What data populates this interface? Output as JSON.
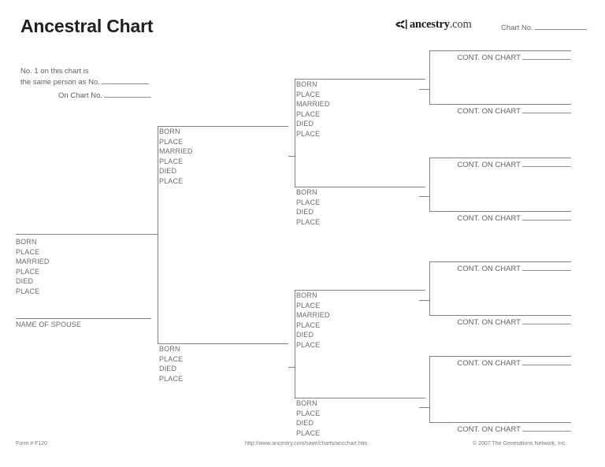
{
  "page": {
    "title": "Ancestral Chart",
    "logo": {
      "mark": "ancestry-leaf-icon",
      "word": "ancestry",
      "tld": ".com"
    },
    "chart_no": {
      "label": "Chart No."
    },
    "cross_reference": {
      "line1": "No. 1 on this chart is",
      "line2": "the same person as No.",
      "line3": "On Chart No."
    }
  },
  "field_labels": {
    "born": "BORN",
    "place": "PLACE",
    "married": "MARRIED",
    "died": "DIED",
    "spouse": "NAME OF SPOUSE"
  },
  "person_boxes": [
    {
      "id": "person-1",
      "generation": 1,
      "fields": [
        "BORN",
        "PLACE",
        "MARRIED",
        "PLACE",
        "DIED",
        "PLACE"
      ],
      "spouse_label": "NAME OF SPOUSE"
    },
    {
      "id": "person-2-father",
      "generation": 2,
      "fields": [
        "BORN",
        "PLACE",
        "MARRIED",
        "PLACE",
        "DIED",
        "PLACE"
      ]
    },
    {
      "id": "person-3-mother",
      "generation": 2,
      "fields": [
        "BORN",
        "PLACE",
        "DIED",
        "PLACE"
      ]
    },
    {
      "id": "person-4",
      "generation": 3,
      "fields": [
        "BORN",
        "PLACE",
        "MARRIED",
        "PLACE",
        "DIED",
        "PLACE"
      ]
    },
    {
      "id": "person-5",
      "generation": 3,
      "fields": [
        "BORN",
        "PLACE",
        "DIED",
        "PLACE"
      ]
    },
    {
      "id": "person-6",
      "generation": 3,
      "fields": [
        "BORN",
        "PLACE",
        "MARRIED",
        "PLACE",
        "DIED",
        "PLACE"
      ]
    },
    {
      "id": "person-7",
      "generation": 3,
      "fields": [
        "BORN",
        "PLACE",
        "DIED",
        "PLACE"
      ]
    }
  ],
  "continuation": {
    "label": "CONT. ON CHART",
    "slots": [
      {
        "id": "cont-8",
        "position": "top-1"
      },
      {
        "id": "cont-9",
        "position": "top-2"
      },
      {
        "id": "cont-10",
        "position": "top-3"
      },
      {
        "id": "cont-11",
        "position": "top-4"
      },
      {
        "id": "cont-12",
        "position": "bottom-1"
      },
      {
        "id": "cont-13",
        "position": "bottom-2"
      },
      {
        "id": "cont-14",
        "position": "bottom-3"
      },
      {
        "id": "cont-15",
        "position": "bottom-4"
      }
    ]
  },
  "footer": {
    "form_number": "Form # F120",
    "url": "http://www.ancestry.com/save/charts/ancchart.htm",
    "copyright": "© 2007 The Generations Network, Inc."
  },
  "colors": {
    "line": "#808086",
    "label_text": "#6a6a6f",
    "title_text": "#231f20",
    "background": "#ffffff"
  }
}
